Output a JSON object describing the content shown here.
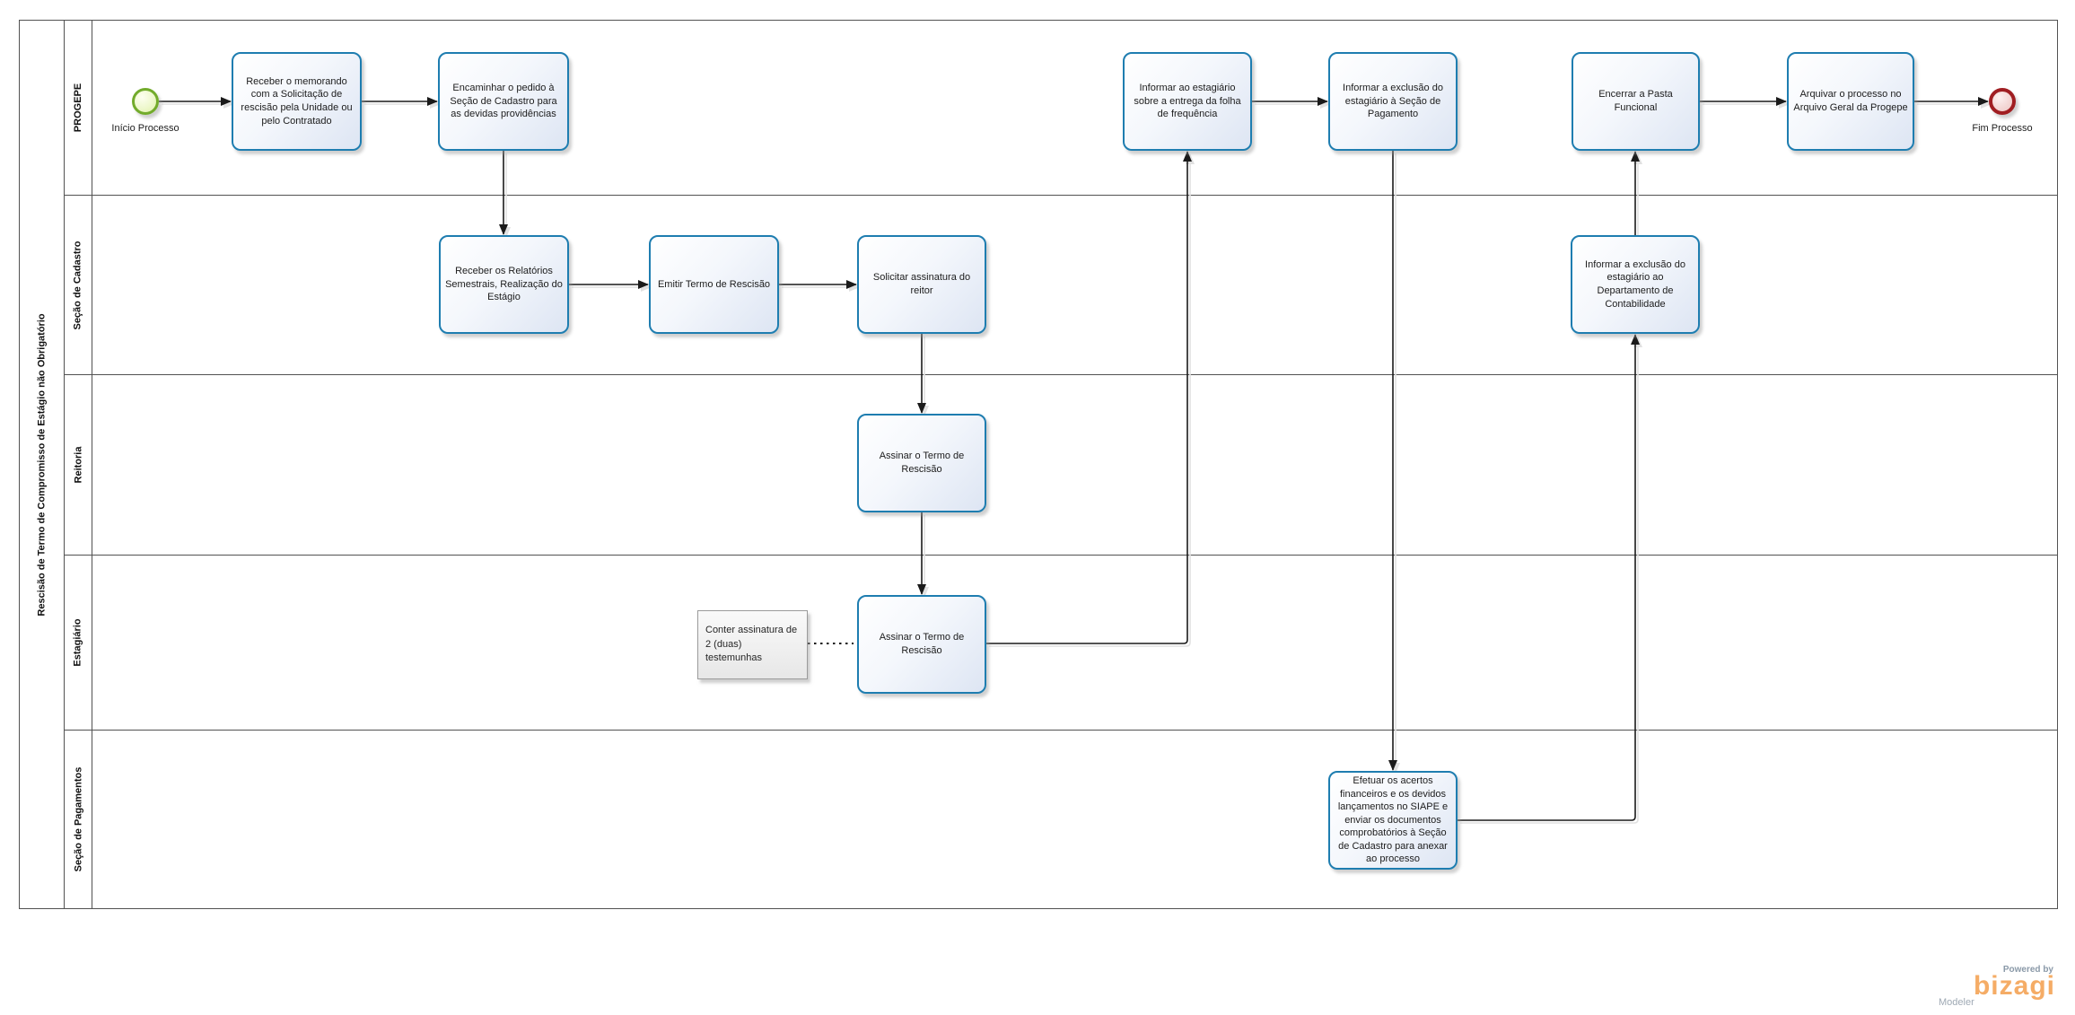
{
  "diagram": {
    "pool_title": "Rescisão de Termo de Compromisso de Estágio não Obrigatório",
    "lanes": [
      {
        "label": "PROGEPE"
      },
      {
        "label": "Seção de Cadastro"
      },
      {
        "label": "Reitoria"
      },
      {
        "label": "Estagiário"
      },
      {
        "label": "Seção de Pagamentos"
      }
    ],
    "events": [
      {
        "id": "start",
        "type": "start",
        "lane": "PROGEPE",
        "label": "Início Processo"
      },
      {
        "id": "end",
        "type": "end",
        "lane": "PROGEPE",
        "label": "Fim Processo"
      }
    ],
    "tasks": [
      {
        "id": "t1",
        "lane": "PROGEPE",
        "label": "Receber o memorando com a Solicitação de rescisão pela Unidade ou pelo Contratado"
      },
      {
        "id": "t2",
        "lane": "PROGEPE",
        "label": "Encaminhar o pedido à Seção de Cadastro para as devidas providências"
      },
      {
        "id": "t3",
        "lane": "Seção de Cadastro",
        "label": "Receber os Relatórios Semestrais, Realização do Estágio"
      },
      {
        "id": "t4",
        "lane": "Seção de Cadastro",
        "label": "Emitir Termo de Rescisão"
      },
      {
        "id": "t5",
        "lane": "Seção de Cadastro",
        "label": "Solicitar assinatura do reitor"
      },
      {
        "id": "t6",
        "lane": "Reitoria",
        "label": "Assinar o Termo de Rescisão"
      },
      {
        "id": "t7",
        "lane": "Estagiário",
        "label": "Assinar o Termo de Rescisão"
      },
      {
        "id": "t8",
        "lane": "PROGEPE",
        "label": "Informar ao estagiário sobre a entrega da folha de frequência"
      },
      {
        "id": "t9",
        "lane": "PROGEPE",
        "label": "Informar a exclusão do estagiário à Seção de Pagamento"
      },
      {
        "id": "t10",
        "lane": "Seção de Pagamentos",
        "label": "Efetuar os acertos financeiros e os devidos lançamentos no SIAPE e enviar os documentos comprobatórios à Seção de Cadastro para anexar ao processo"
      },
      {
        "id": "t11",
        "lane": "Seção de Cadastro",
        "label": "Informar a exclusão do estagiário ao Departamento de Contabilidade"
      },
      {
        "id": "t12",
        "lane": "PROGEPE",
        "label": "Encerrar a Pasta Funcional"
      },
      {
        "id": "t13",
        "lane": "PROGEPE",
        "label": "Arquivar o processo no Arquivo Geral da Progepe"
      }
    ],
    "annotations": [
      {
        "id": "a1",
        "lane": "Estagiário",
        "label": "Conter assinatura de 2 (duas) testemunhas"
      }
    ],
    "colors": {
      "task_border": "#1e7db0",
      "task_fill_bottom": "#dde5f3",
      "start_border": "#72ab2b",
      "end_border": "#a01e22",
      "connector": "#1a1a1a",
      "connector_shadow": "#e1e1e1",
      "lane_line": "#525252",
      "annotation_fill": "#e7e7e7",
      "brand_orange": "#f5ac66"
    },
    "branding": {
      "powered_by": "Powered by",
      "brand": "bizagi",
      "product": "Modeler"
    }
  }
}
